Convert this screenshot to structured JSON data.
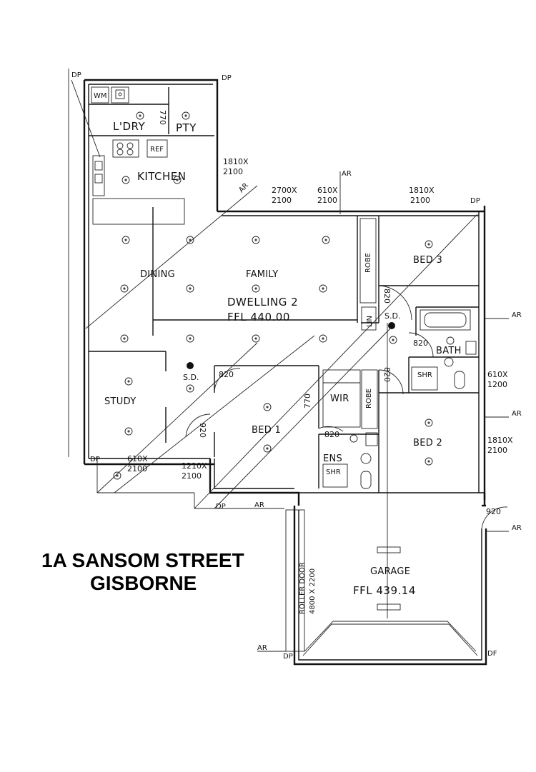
{
  "title": {
    "line1": "1A SANSOM STREET",
    "line2": "GISBORNE"
  },
  "rooms": {
    "laundry": "L'DRY",
    "pantry": "PTY",
    "kitchen": "KITCHEN",
    "dining": "DINING",
    "family": "FAMILY",
    "dwelling": "DWELLING 2",
    "dwelling_level": "FFL 440.00",
    "bed3": "BED 3",
    "bath": "BATH",
    "bed2": "BED 2",
    "bed1": "BED 1",
    "wir": "WIR",
    "ens": "ENS",
    "study": "STUDY",
    "garage": "GARAGE",
    "garage_level": "FFL 439.14",
    "robe1": "ROBE",
    "robe2": "ROBE",
    "lin": "LIN"
  },
  "fixtures": {
    "wm": "WM",
    "ref": "REF",
    "shr1": "SHR",
    "shr2": "SHR",
    "sd1": "S.D.",
    "sd2": "S.D."
  },
  "dimensions": {
    "d_770_top": "770",
    "d_1810_2100_kitchen": [
      "1810X",
      "2100"
    ],
    "d_2700_2100": [
      "2700X",
      "2100"
    ],
    "d_610_2100_top": [
      "610X",
      "2100"
    ],
    "d_1810_2100_bed3": [
      "1810X",
      "2100"
    ],
    "d_820_lin": "820",
    "d_820_bath": "820",
    "d_820_wir": "820",
    "d_820_bed1": "820",
    "d_820_ens": "820",
    "d_770_wir": "770",
    "d_610_1200": [
      "610X",
      "1200"
    ],
    "d_1810_2100_bed2": [
      "1810X",
      "2100"
    ],
    "d_920_study": "920",
    "d_610_2100_study": [
      "610X",
      "2100"
    ],
    "d_1210_2100": [
      "1210X",
      "2100"
    ],
    "d_920_garage": "920",
    "roller_door": [
      "ROLLER DOOR",
      "4800 X 2200"
    ]
  },
  "markers": {
    "dp": "DP",
    "ar": "AR",
    "df": "DF"
  }
}
